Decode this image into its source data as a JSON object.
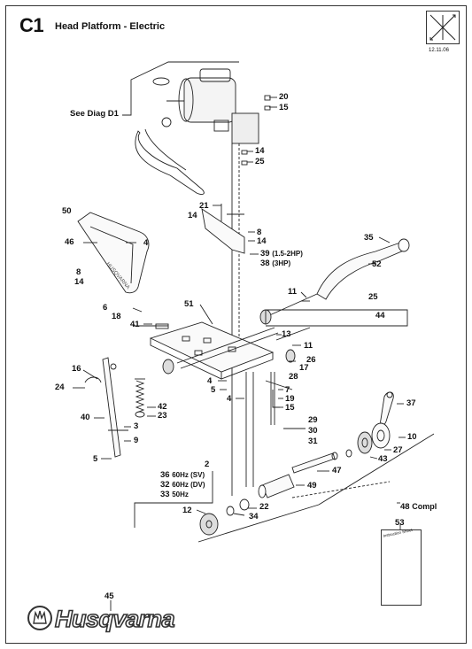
{
  "header": {
    "code": "C1",
    "title": "Head Platform - Electric",
    "date": "12.11.06"
  },
  "see_diag": "See Diag D1",
  "booklet_text": "Instruction Sheet",
  "brand": "Husqvarna",
  "callouts": {
    "c20": "20",
    "c15a": "15",
    "c14a": "14",
    "c25a": "25",
    "c21": "21",
    "c14b": "14",
    "c8a": "8",
    "c14c": "14",
    "c39": "39",
    "c39note": "(1.5-2HP)",
    "c38": "38",
    "c38note": "(3HP)",
    "c50": "50",
    "c4a": "4",
    "c46": "46",
    "c8b": "8",
    "c14d": "14",
    "c35": "35",
    "c52": "52",
    "c11a": "11",
    "c25b": "25",
    "c44": "44",
    "c6": "6",
    "c18": "18",
    "c41": "41",
    "c51": "51",
    "c13": "13",
    "c11b": "11",
    "c26": "26",
    "c17": "17",
    "c16": "16",
    "c24": "24",
    "c4b": "4",
    "c5a": "5",
    "c4c": "4",
    "c28": "28",
    "c7": "7",
    "c19": "19",
    "c15b": "15",
    "c37": "37",
    "c42": "42",
    "c23": "23",
    "c40": "40",
    "c3": "3",
    "c9": "9",
    "c5b": "5",
    "c29": "29",
    "c30": "30",
    "c31": "31",
    "c10": "10",
    "c27": "27",
    "c43": "43",
    "c2": "2",
    "c47": "47",
    "c36": "36",
    "c36note": "60Hz (SV)",
    "c32": "32",
    "c32note": "60Hz (DV)",
    "c33": "33",
    "c33note": "50Hz",
    "c49": "49",
    "c12": "12",
    "c22": "22",
    "c34": "34",
    "c48": "48",
    "c48note": "Compl",
    "c53": "53",
    "c45": "45"
  }
}
